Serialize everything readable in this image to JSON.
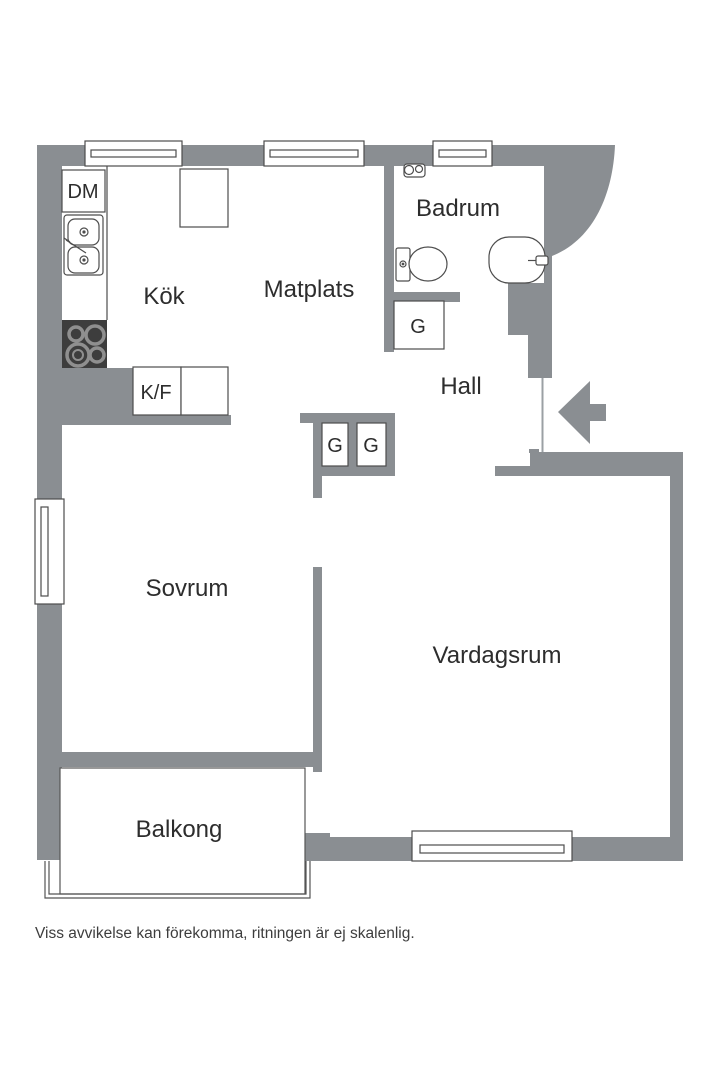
{
  "plan": {
    "rooms": {
      "kitchen": "Kök",
      "dining": "Matplats",
      "bathroom": "Badrum",
      "hall": "Hall",
      "bedroom": "Sovrum",
      "living": "Vardagsrum",
      "balcony": "Balkong"
    },
    "fixtures": {
      "dishwasher": "DM",
      "fridge_freezer": "K/F"
    },
    "closet_labels": [
      "G",
      "G",
      "G"
    ],
    "icons": {
      "entrance": "left-arrow",
      "stove": "four-burner-stove",
      "kitchen_sink": "double-basin-sink",
      "toilet": "toilet-top-view",
      "bathroom_sink": "round-basin"
    },
    "colors": {
      "wall": "#8a8e92",
      "stove": "#3d3d3d",
      "outline": "#4d4d4d",
      "text": "#2d2d2d"
    },
    "disclaimer": "Viss avvikelse kan förekomma, ritningen är ej skalenlig."
  }
}
